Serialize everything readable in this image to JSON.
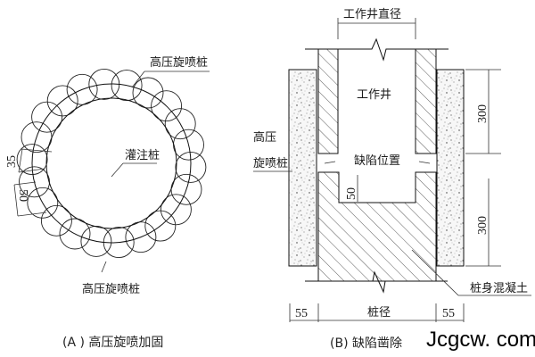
{
  "diagram_a": {
    "label_jet_pile_top": "高压旋喷桩",
    "label_cast_pile": "灌注桩",
    "label_jet_pile_bottom": "高压旋喷桩",
    "dim_spacing": "35",
    "dim_diameter": "50",
    "caption": "(A ) 高压旋喷加固",
    "pile_count": 22
  },
  "diagram_b": {
    "label_well_diameter": "工作井直径",
    "label_well": "工作井",
    "label_jet_pile_line1": "高压",
    "label_jet_pile_line2": "旋喷桩",
    "label_defect_position": "缺陷位置",
    "dim_notch": "50",
    "dim_upper": "300",
    "dim_lower": "300",
    "label_pile_concrete": "桩身混凝土",
    "dim_left": "55",
    "label_pile_diameter": "桩径",
    "dim_right": "55",
    "caption": "(B) 缺陷凿除"
  },
  "watermark": "Jcgcw. com"
}
